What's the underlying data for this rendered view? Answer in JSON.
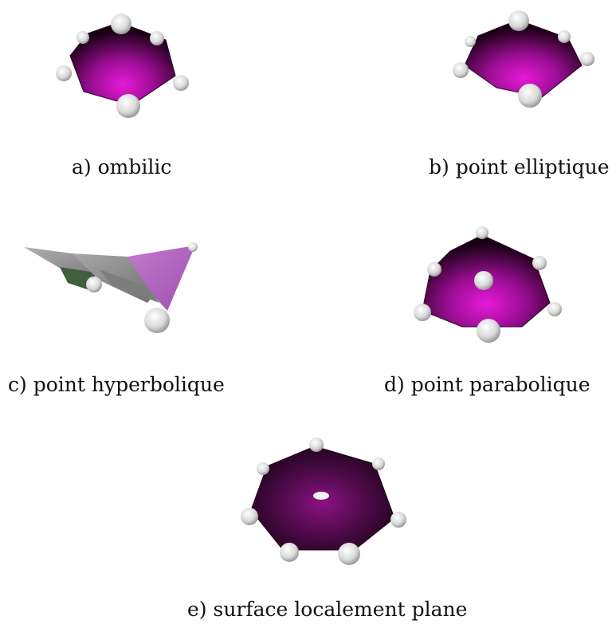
{
  "figure": {
    "panels": [
      {
        "id": "a",
        "caption": "a) ombilic"
      },
      {
        "id": "b",
        "caption": "b) point elliptique"
      },
      {
        "id": "c",
        "caption": "c) point hyperbolique"
      },
      {
        "id": "d",
        "caption": "d) point parabolique"
      },
      {
        "id": "e",
        "caption": "e) surface localement plane"
      }
    ]
  },
  "colors": {
    "surface_dark": "#1a0014",
    "surface_bright": "#d417c8",
    "hyperbolic_face": "#b565c0",
    "hyperbolic_grey": "#8a8a8a",
    "hyperbolic_green": "#3f5f3f",
    "sphere_light": "#f4f4f4",
    "sphere_shadow": "#9a9a9a"
  }
}
